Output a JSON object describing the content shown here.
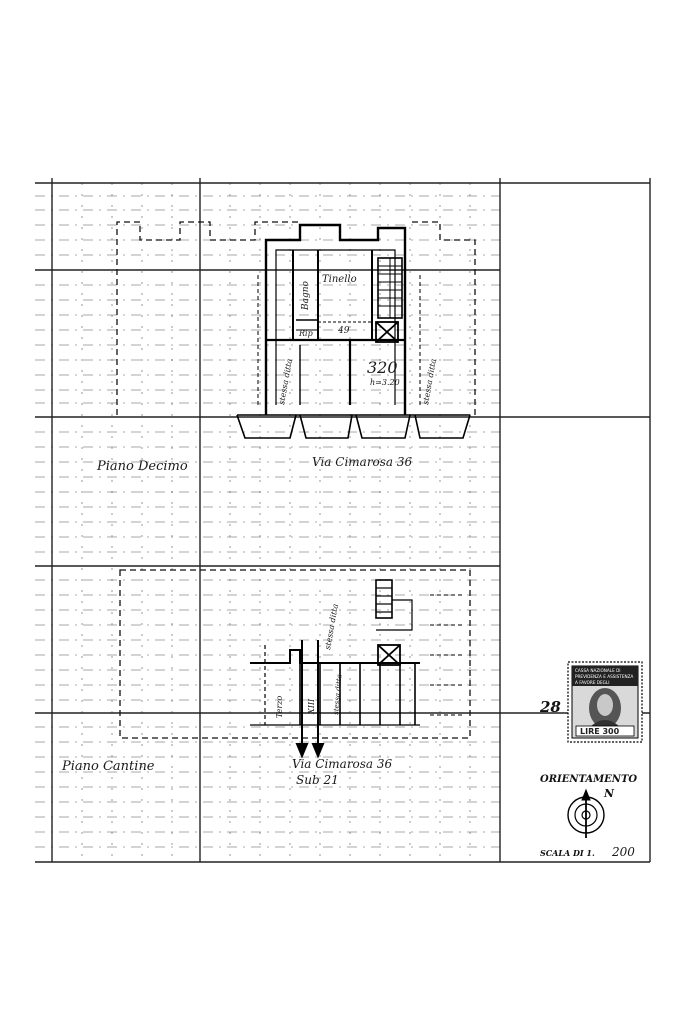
{
  "upper_plan": {
    "floor_label": "Piano Decimo",
    "street_label": "Via Cimarosa 36",
    "room_tinello": "Tinello",
    "room_bagno": "Bagno",
    "label_rip": "Rip",
    "label_49": "49",
    "unit_number": "320",
    "height_note": "h=3.20",
    "left_note": "stessa ditta",
    "right_note": "stessa ditta"
  },
  "lower_plan": {
    "floor_label": "Piano Cantine",
    "street_label": "Via Cimarosa 36",
    "sub_label": "Sub 21",
    "note_stessa": "stessa ditta",
    "label_terzo": "Terzo",
    "label_xiii": "XIII",
    "label_stessa": "stessa ditta"
  },
  "sheet_number": "28",
  "stamp": {
    "line1": "CASSA NAZIONALE DI",
    "line2": "PREVIDENZA E ASSISTENZA",
    "line3": "A FAVORE DEGLI",
    "value": "LIRE 300"
  },
  "orientation": {
    "label": "ORIENTAMENTO",
    "north": "N"
  },
  "scale": {
    "label": "SCALA DI 1.",
    "value": "200"
  }
}
